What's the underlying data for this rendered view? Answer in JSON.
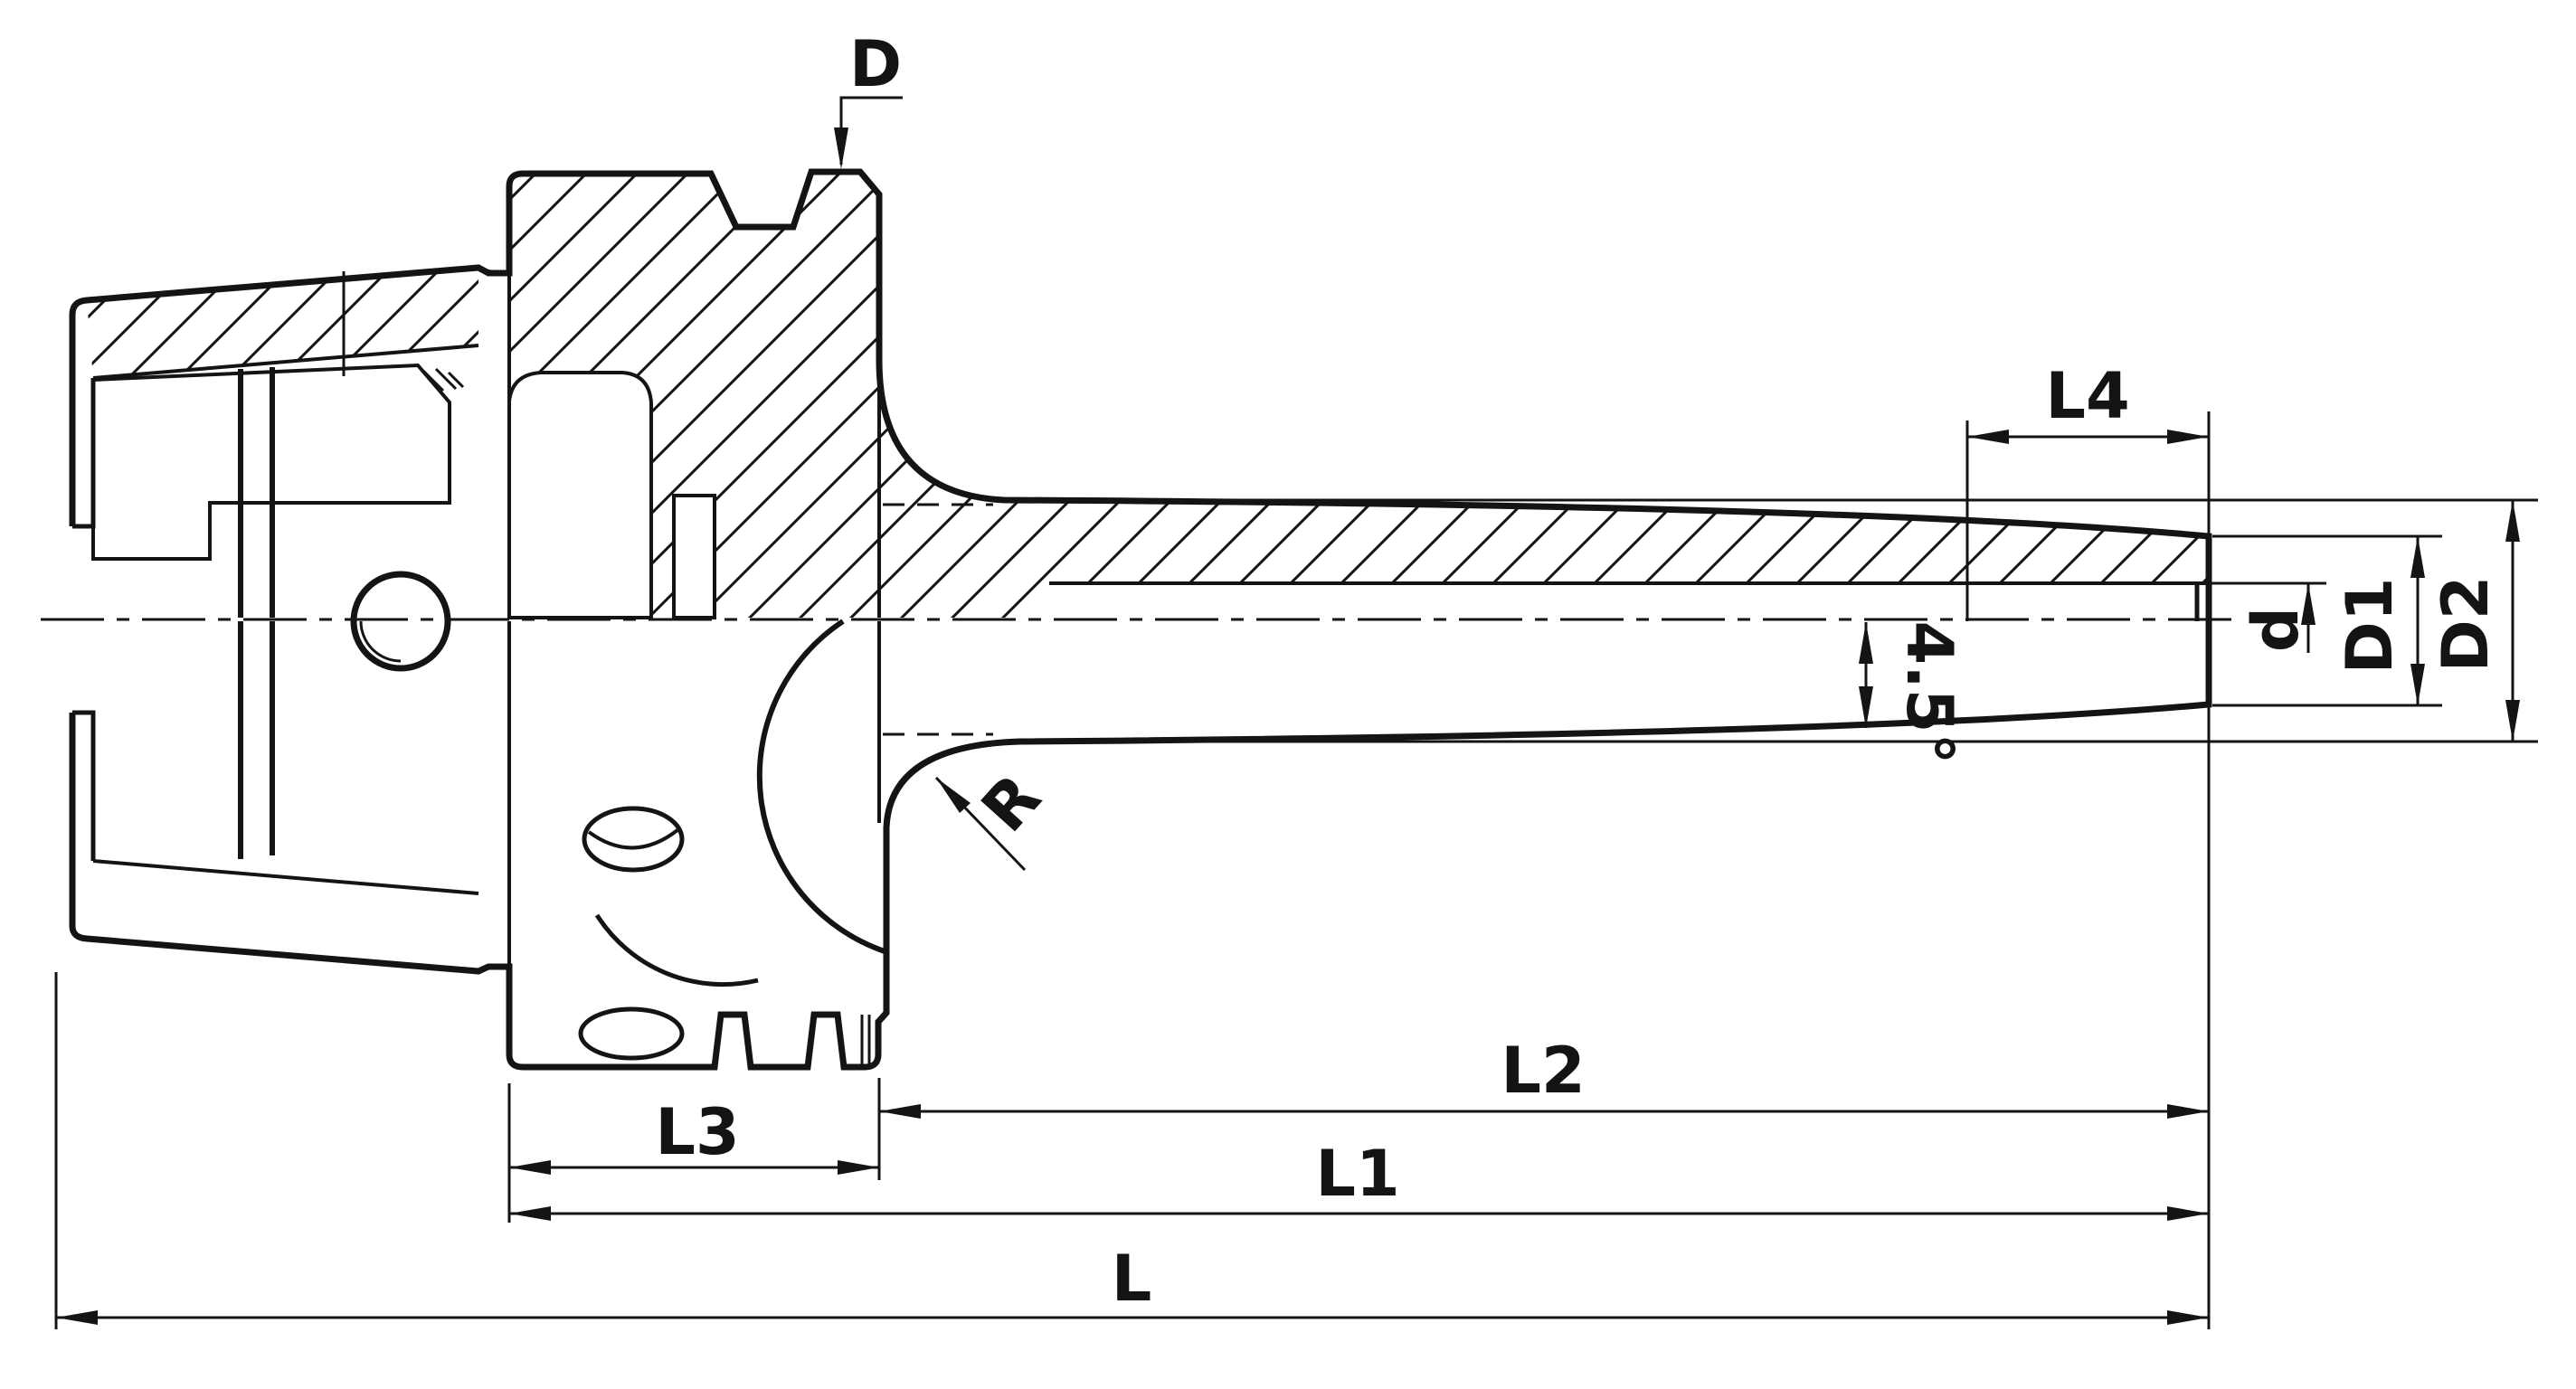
{
  "drawing_labels": {
    "flange_diameter": "D",
    "tip_length": "L4",
    "bore_diameter": "d",
    "tip_diameter": "D1",
    "taper_large_diameter": "D2",
    "taper_angle": "4.5°",
    "neck_radius": "R",
    "clamp_to_tip_length": "L2",
    "body_length": "L1",
    "overall_length": "L",
    "holder_head_length": "L3"
  },
  "colors": {
    "line": "#141414",
    "background": "#ffffff"
  }
}
